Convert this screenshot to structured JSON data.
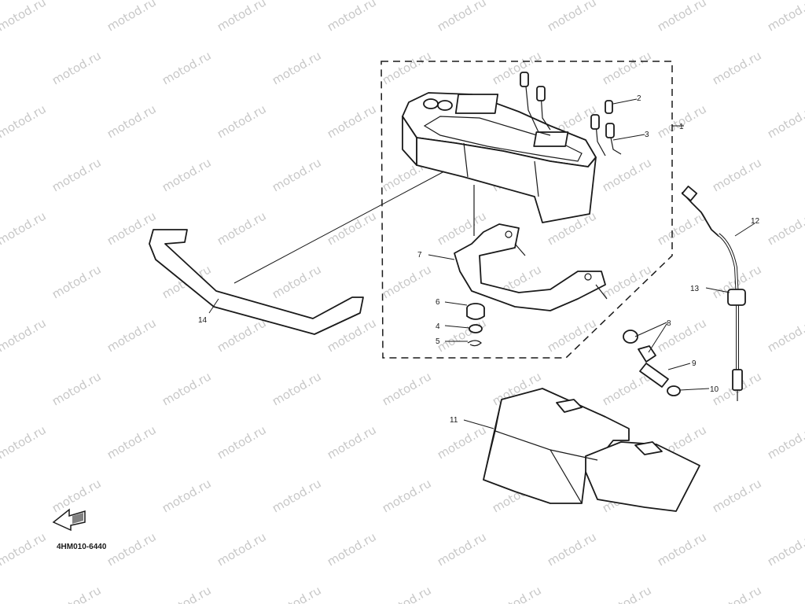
{
  "watermark": "motod.ru",
  "diagram_code": "4HM010-6440",
  "direction_icon": "front-arrow-icon",
  "callouts": [
    "1",
    "2",
    "3",
    "4",
    "5",
    "6",
    "7",
    "8",
    "9",
    "10",
    "11",
    "12",
    "13",
    "14"
  ]
}
